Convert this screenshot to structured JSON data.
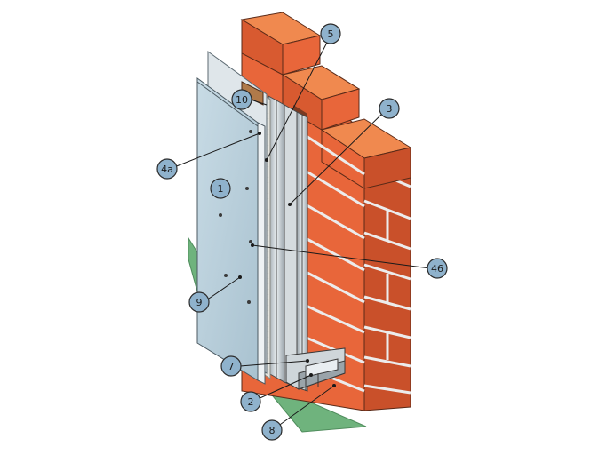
{
  "callouts": [
    {
      "id": "c1",
      "label": "1"
    },
    {
      "id": "c2",
      "label": "2"
    },
    {
      "id": "c3",
      "label": "3"
    },
    {
      "id": "c4a",
      "label": "4a"
    },
    {
      "id": "c46",
      "label": "46"
    },
    {
      "id": "c5",
      "label": "5"
    },
    {
      "id": "c7",
      "label": "7"
    },
    {
      "id": "c8",
      "label": "8"
    },
    {
      "id": "c9",
      "label": "9"
    },
    {
      "id": "c10",
      "label": "10"
    }
  ],
  "colors": {
    "brick_front": "#e8663a",
    "brick_top": "#f0894f",
    "brick_side": "#c9502a",
    "mortar": "#d8d8d8",
    "cladding_board": "#b9cfdb",
    "board_edge": "#dfe6ea",
    "insulation": "#e6e6e0",
    "profile": "#bfc7cc",
    "ground": "#6fb37d",
    "callout_fill": "#8fb2cc",
    "callout_stroke": "#2b2b2b"
  }
}
